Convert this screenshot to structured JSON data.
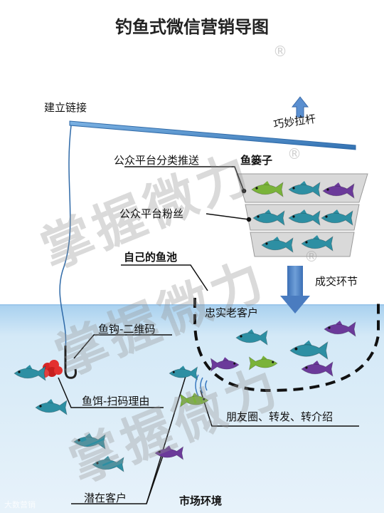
{
  "title": "钓鱼式微信营销导图",
  "labels": {
    "build_link": "建立链接",
    "pull_rod": "巧妙拉杆",
    "push_category": "公众平台分类推送",
    "fish_basket": "鱼篓子",
    "platform_fans": "公众平台粉丝",
    "own_pond": "自己的鱼池",
    "deal": "成交环节",
    "loyal_customers": "忠实老客户",
    "hook": "鱼钩-二维码",
    "bait": "鱼饵-扫码理由",
    "moments": "朋友圈、转发、转介绍",
    "potential": "潜在客户",
    "market": "市场环境"
  },
  "watermark": {
    "text": "掌握微力",
    "reg": "®"
  },
  "corner_logo": "大数营销",
  "colors": {
    "water": "#c9e3f4",
    "water_surface": "#7fb6e0",
    "rod": "#4f8fcf",
    "basket": "#d7d7d7",
    "fish_teal": "#2d8fa3",
    "fish_purple": "#6b3a9a",
    "fish_green": "#7ab33a",
    "arrow": "#4f7fc0",
    "bait": "#e33030"
  }
}
